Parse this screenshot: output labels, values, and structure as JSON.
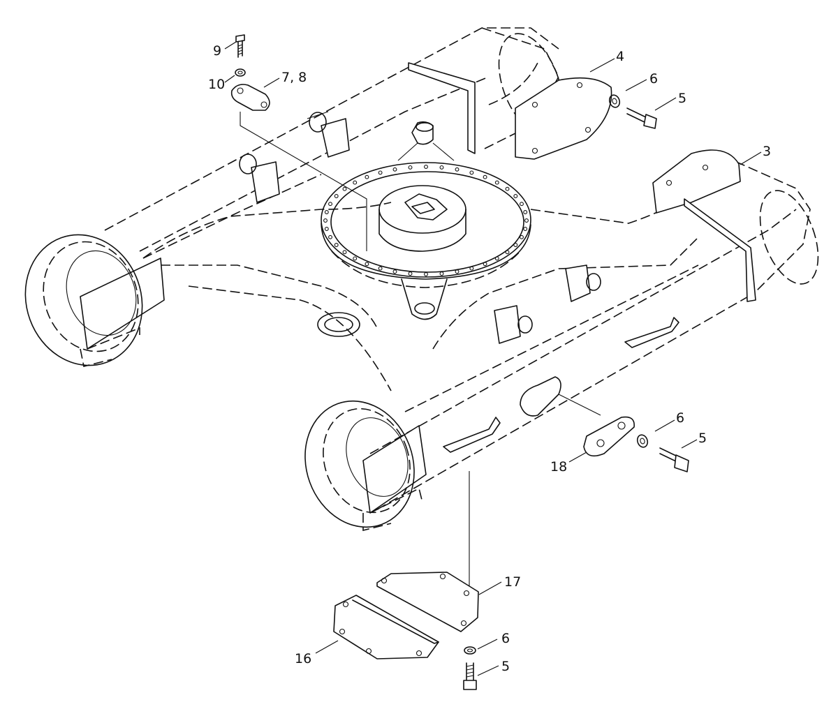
{
  "diagram": {
    "callouts": [
      {
        "id": "c9",
        "label": "9"
      },
      {
        "id": "c10",
        "label": "10"
      },
      {
        "id": "c78",
        "label": "7, 8"
      },
      {
        "id": "c4",
        "label": "4"
      },
      {
        "id": "c6a",
        "label": "6"
      },
      {
        "id": "c5a",
        "label": "5"
      },
      {
        "id": "c3",
        "label": "3"
      },
      {
        "id": "c6b",
        "label": "6"
      },
      {
        "id": "c5b",
        "label": "5"
      },
      {
        "id": "c18",
        "label": "18"
      },
      {
        "id": "c17",
        "label": "17"
      },
      {
        "id": "c6c",
        "label": "6"
      },
      {
        "id": "c16",
        "label": "16"
      },
      {
        "id": "c5c",
        "label": "5"
      }
    ]
  }
}
